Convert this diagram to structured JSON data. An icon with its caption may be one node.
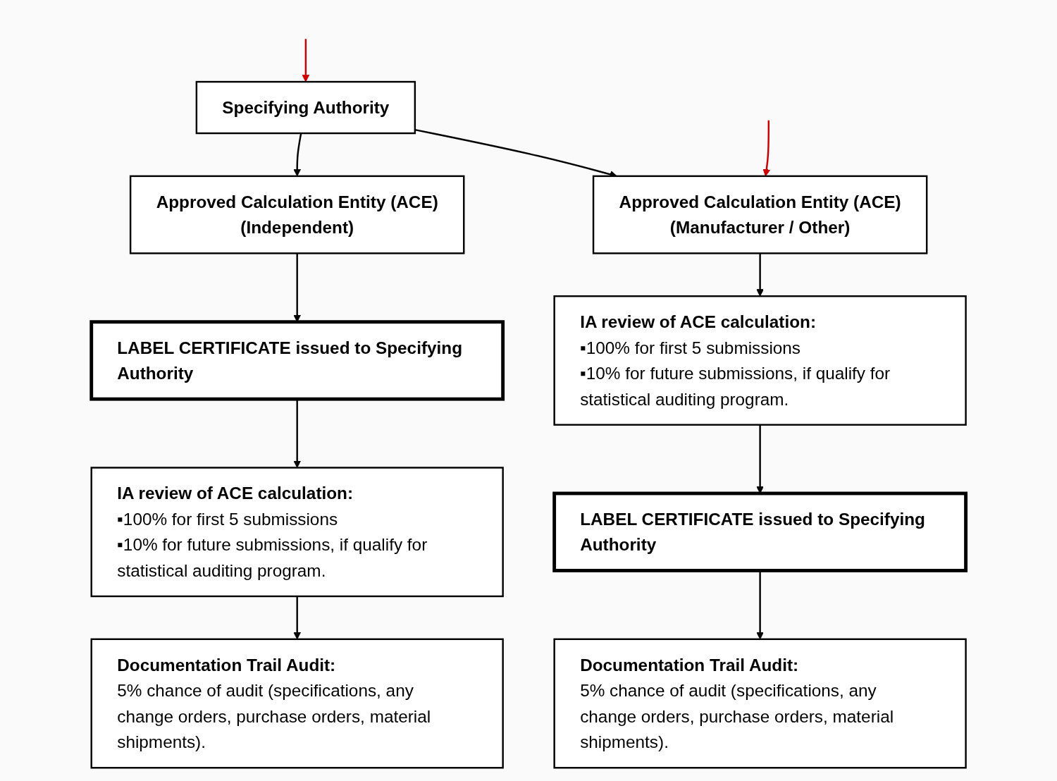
{
  "diagram": {
    "nodes": [
      {
        "text": [
          "Specifying Authority"
        ]
      },
      {
        "text": [
          "Approved Calculation Entity (ACE)",
          "(Independent)"
        ]
      },
      {
        "text": [
          "Approved Calculation Entity (ACE)",
          "(Manufacturer / Other)"
        ]
      },
      {
        "text": [
          "LABEL CERTIFICATE issued to Specifying Authority"
        ]
      },
      {
        "text": [
          "IA review of ACE calculation:",
          "▪100% for first 5 submissions",
          "▪10% for future submissions, if qualify for statistical auditing program."
        ]
      },
      {
        "text": [
          "IA review of ACE calculation:",
          "▪100% for first 5 submissions",
          "▪10% for future submissions, if qualify for statistical auditing program."
        ]
      },
      {
        "text": [
          "LABEL CERTIFICATE issued to Specifying Authority"
        ]
      },
      {
        "text": [
          "Documentation Trail Audit:",
          "5% chance of audit (specifications, any change orders, purchase orders, material shipments)."
        ]
      },
      {
        "text": [
          "Documentation Trail Audit:",
          "5% chance of audit (specifications, any change orders, purchase orders, material shipments)."
        ]
      }
    ],
    "edges": [
      {
        "from": 0,
        "to": 1,
        "arrow": "to"
      },
      {
        "from": 0,
        "to": 2,
        "arrow": "to"
      },
      {
        "from": 1,
        "to": 3,
        "arrow": "to"
      },
      {
        "from": 2,
        "to": 5,
        "arrow": "to"
      },
      {
        "from": 3,
        "to": 4,
        "arrow": "to"
      },
      {
        "from": 5,
        "to": 6,
        "arrow": "to"
      },
      {
        "from": 4,
        "to": 7,
        "arrow": "to"
      },
      {
        "from": 6,
        "to": 8,
        "arrow": "to"
      },
      {
        "from": null,
        "to": 0,
        "arrow": "to",
        "color": "#cc0000"
      },
      {
        "from": null,
        "to": 2,
        "arrow": "to",
        "color": "#cc0000"
      }
    ]
  }
}
